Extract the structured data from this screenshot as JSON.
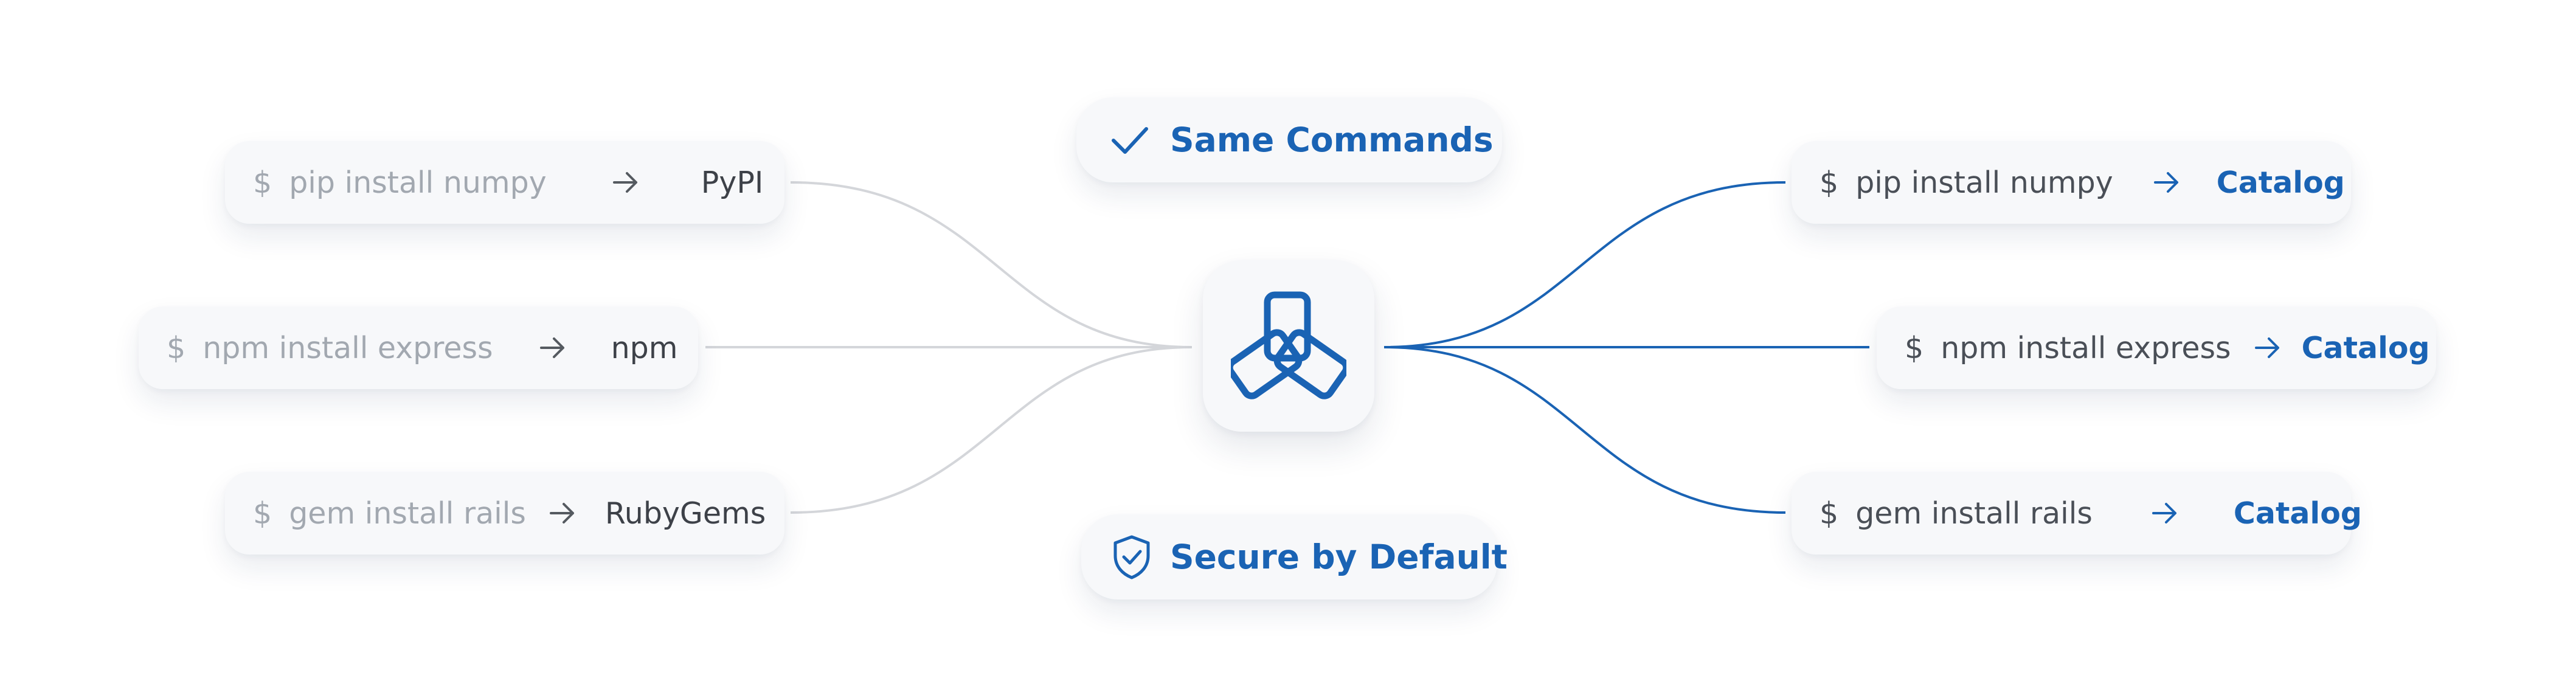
{
  "colors": {
    "accent": "#1a63b4",
    "muted_text": "#a2a8b0",
    "dark_text": "#3d4148",
    "left_connector": "#d4d6da",
    "right_connector": "#1a63b4",
    "card_background": "#f7f8fa"
  },
  "hub": {
    "icon": "linked-chain-logo-icon"
  },
  "badges": {
    "top": {
      "label": "Same Commands",
      "icon": "check-icon"
    },
    "bottom": {
      "label": "Secure by Default",
      "icon": "shield-check-icon"
    }
  },
  "left_commands": [
    {
      "prompt": "$",
      "command": "pip install numpy",
      "target": "PyPI"
    },
    {
      "prompt": "$",
      "command": "npm install express",
      "target": "npm"
    },
    {
      "prompt": "$",
      "command": "gem install rails",
      "target": "RubyGems"
    }
  ],
  "right_commands": [
    {
      "prompt": "$",
      "command": "pip install numpy",
      "target": "Catalog"
    },
    {
      "prompt": "$",
      "command": "npm install express",
      "target": "Catalog"
    },
    {
      "prompt": "$",
      "command": "gem install rails",
      "target": "Catalog"
    }
  ]
}
